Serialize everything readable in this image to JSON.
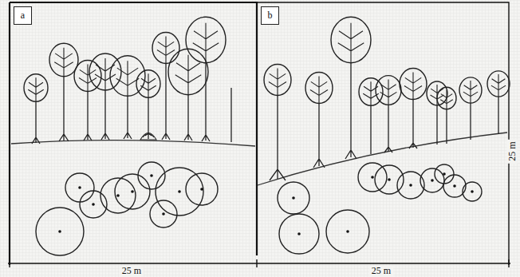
{
  "diagram": {
    "nodes": [
      {
        "text": [
          "a"
        ]
      },
      {
        "text": [
          "b"
        ]
      }
    ],
    "labels": [
      "25 m",
      "25 m",
      "25 m"
    ]
  }
}
